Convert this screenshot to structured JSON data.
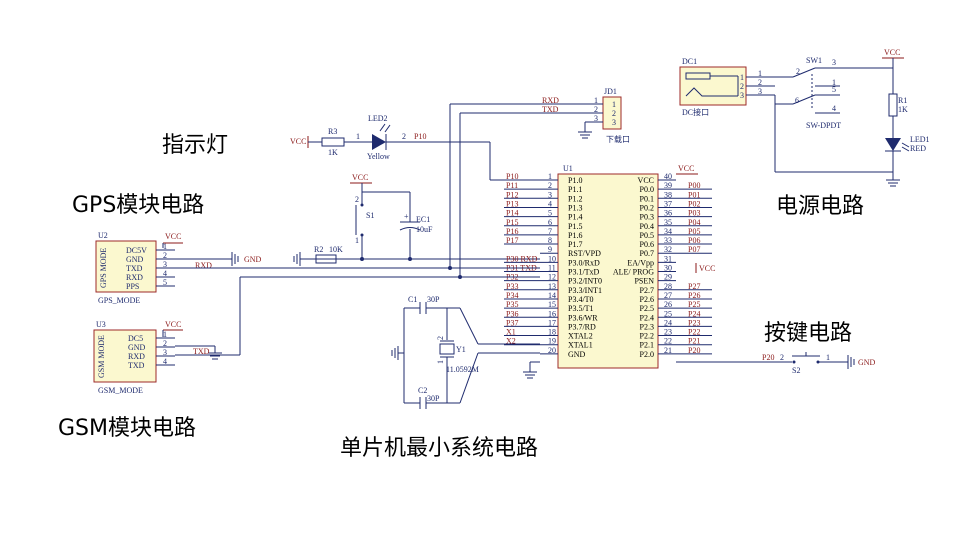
{
  "section_titles": {
    "indicator": "指示灯",
    "gps": "GPS模块电路",
    "gsm": "GSM模块电路",
    "mcu_min": "单片机最小系统电路",
    "power": "电源电路",
    "key": "按键电路"
  },
  "net": {
    "vcc": "VCC",
    "gnd": "GND",
    "rxd": "RXD",
    "txd": "TXD"
  },
  "gps": {
    "ref": "U2",
    "name": "GPS_MODE",
    "vlabel": "GPS MODE",
    "pins": [
      "DC5V",
      "GND",
      "TXD",
      "RXD",
      "PPS"
    ],
    "nums": [
      "1",
      "2",
      "3",
      "4",
      "5"
    ]
  },
  "gsm": {
    "ref": "U3",
    "name": "GSM_MODE",
    "vlabel": "GSM MODE",
    "pins": [
      "DC5",
      "GND",
      "RXD",
      "TXD"
    ],
    "nums": [
      "1",
      "2",
      "3",
      "4"
    ]
  },
  "r3": {
    "ref": "R3",
    "value": "1K"
  },
  "led2": {
    "ref": "LED2",
    "color": "Yellow",
    "pin1": "1",
    "pin2": "2",
    "net": "P10"
  },
  "s1": {
    "ref": "S1",
    "pin1": "1",
    "pin2": "2"
  },
  "ec1": {
    "ref": "EC1",
    "value": "10uF",
    "plus": "+"
  },
  "r2": {
    "ref": "R2",
    "value": "10K"
  },
  "jd1": {
    "ref": "JD1",
    "label": "下载口",
    "pins": [
      "1",
      "2",
      "3"
    ]
  },
  "y1": {
    "ref": "Y1",
    "value": "11.0592M",
    "pin1": "1",
    "pin2": "2"
  },
  "c1": {
    "ref": "C1",
    "value": "30P"
  },
  "c2": {
    "ref": "C2",
    "value": "30P"
  },
  "u1": {
    "ref": "U1",
    "left_names": [
      "P1.0",
      "P1.1",
      "P1.2",
      "P1.3",
      "P1.4",
      "P1.5",
      "P1.6",
      "P1.7",
      "RST/VPD",
      "P3.0/RxD",
      "P3.1/TxD",
      "P3.2/INT0",
      "P3.3/INT1",
      "P3.4/T0",
      "P3.5/T1",
      "P3.6/WR",
      "P3.7/RD",
      "XTAL2",
      "XTAL1",
      "GND"
    ],
    "left_nums": [
      "1",
      "2",
      "3",
      "4",
      "5",
      "6",
      "7",
      "8",
      "9",
      "10",
      "11",
      "12",
      "13",
      "14",
      "15",
      "16",
      "17",
      "18",
      "19",
      "20"
    ],
    "left_nets": [
      "P10",
      "P11",
      "P12",
      "P13",
      "P14",
      "P15",
      "P16",
      "P17",
      "",
      "P30  RXD",
      "P31  TXD",
      "P32",
      "P33",
      "P34",
      "P35",
      "P36",
      "P37",
      "X1",
      "X2",
      ""
    ],
    "right_names": [
      "VCC",
      "P0.0",
      "P0.1",
      "P0.2",
      "P0.3",
      "P0.4",
      "P0.5",
      "P0.6",
      "P0.7",
      "EA/Vpp",
      "ALE/ PROG",
      "PSEN",
      "P2.7",
      "P2.6",
      "P2.5",
      "P2.4",
      "P2.3",
      "P2.2",
      "P2.1",
      "P2.0"
    ],
    "right_nums": [
      "40",
      "39",
      "38",
      "37",
      "36",
      "35",
      "34",
      "33",
      "32",
      "31",
      "30",
      "29",
      "28",
      "27",
      "26",
      "25",
      "24",
      "23",
      "22",
      "21"
    ],
    "right_nets": [
      "",
      "P00",
      "P01",
      "P02",
      "P03",
      "P04",
      "P05",
      "P06",
      "P07",
      "VCC",
      "",
      "",
      "P27",
      "P26",
      "P25",
      "P24",
      "P23",
      "P22",
      "P21",
      "P20"
    ]
  },
  "dc1": {
    "ref": "DC1",
    "label": "DC接口",
    "pins": [
      "1",
      "2",
      "3"
    ]
  },
  "sw1": {
    "ref": "SW1",
    "name": "SW-DPDT",
    "pins": [
      "2",
      "1",
      "6",
      "3",
      "5",
      "4"
    ]
  },
  "r1": {
    "ref": "R1",
    "value": "1K"
  },
  "led1": {
    "ref": "LED1",
    "color": "RED"
  },
  "s2": {
    "ref": "S2",
    "net": "P20",
    "pin2": "2",
    "pin1": "1"
  }
}
